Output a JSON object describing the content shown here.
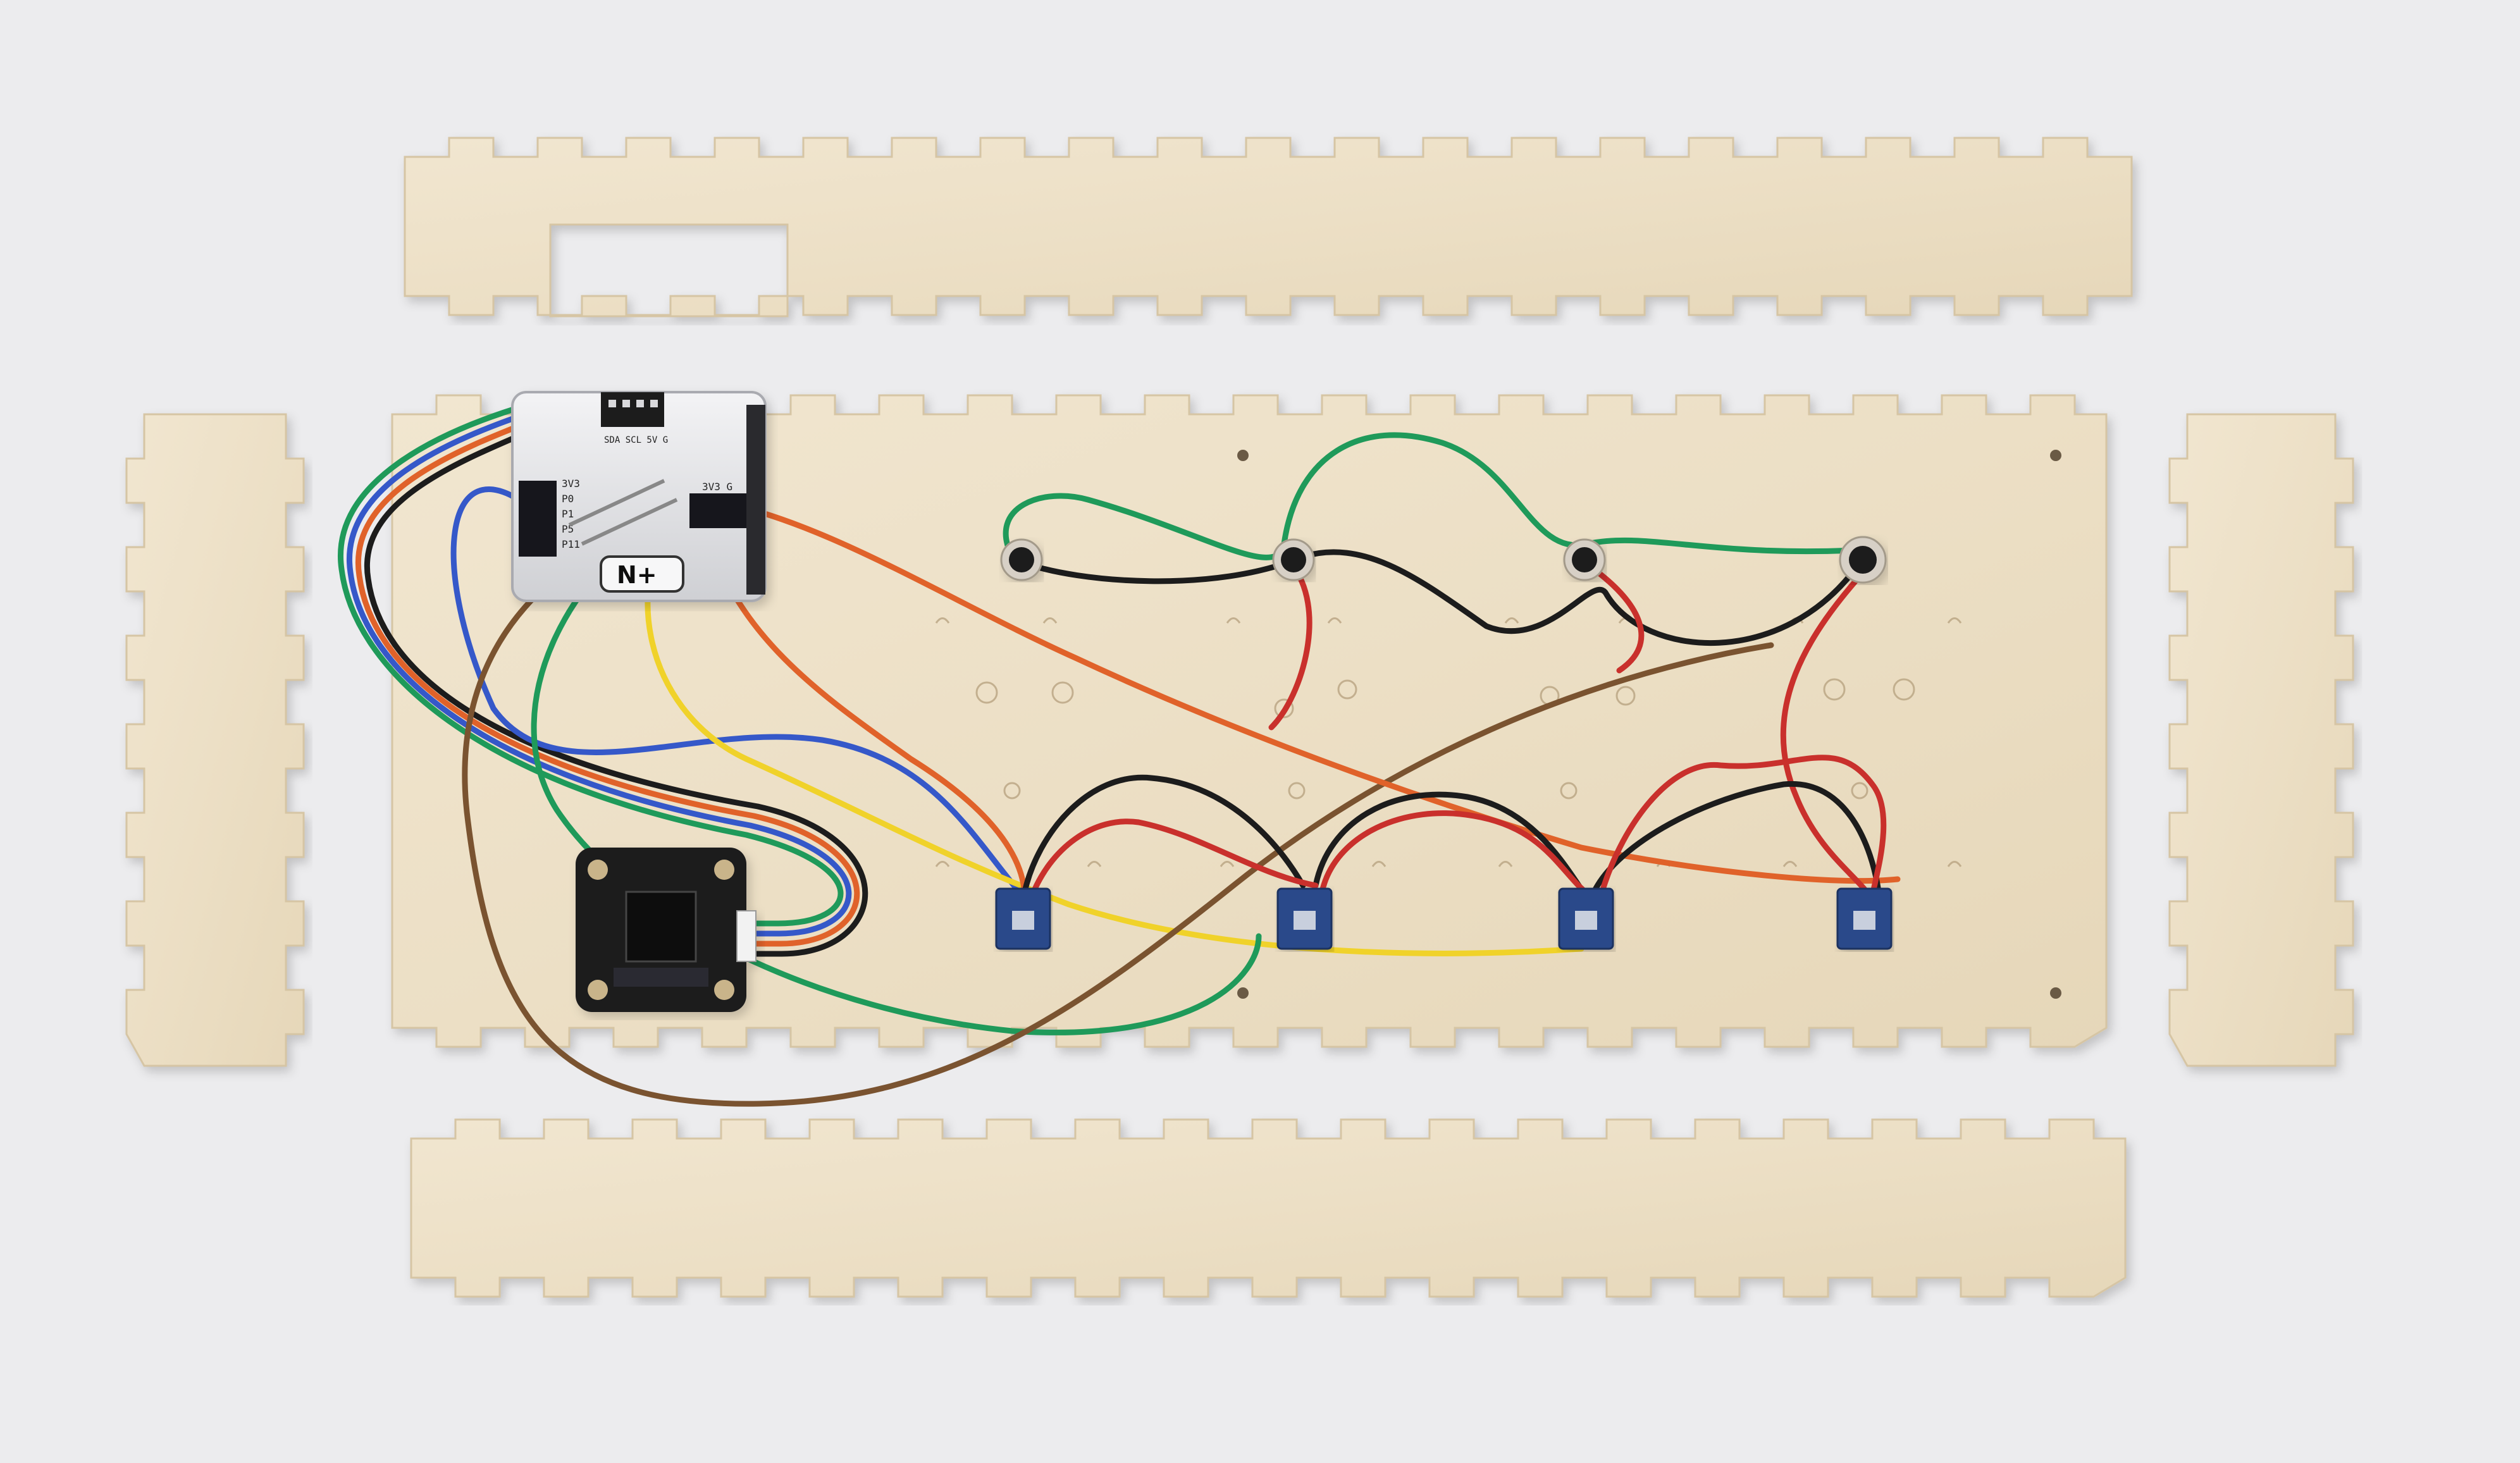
{
  "colors": {
    "background": "#ececee",
    "plywood": "#efe3cc",
    "plywood_edge": "#d9c9a9",
    "board_silver": "#e4e4e6",
    "module_black": "#1b1b1f",
    "sensor_blue": "#2b4a8a",
    "wire_red": "#c9302c",
    "wire_black": "#1c1c1c",
    "wire_green": "#1f9a5a",
    "wire_orange": "#e0622a",
    "wire_blue": "#3558c9",
    "wire_yellow": "#f0d22a",
    "wire_brown": "#7a5330"
  },
  "controller": {
    "header_label": "SDA SCL 5V G",
    "pin_labels_left": [
      "3V3",
      "P0",
      "P1",
      "P5",
      "P11"
    ],
    "pin_label_right": "3V3 G",
    "logo": "N+"
  },
  "objects": {
    "panels": [
      "top-panel",
      "left-panel",
      "base-panel",
      "right-panel",
      "bottom-panel"
    ],
    "touch_sensor_count": 4,
    "led_sensor_count": 4
  }
}
